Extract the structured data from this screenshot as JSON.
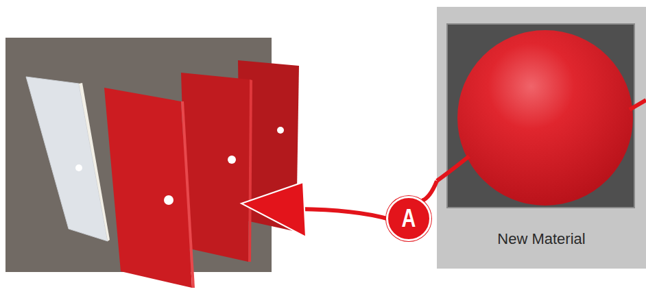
{
  "diagram": {
    "nodes": [
      {
        "text": [
          "New Material"
        ]
      },
      {
        "text": [
          "A"
        ]
      }
    ],
    "edges": [
      {
        "from": 0,
        "to": 1,
        "arrow": "none"
      }
    ]
  }
}
